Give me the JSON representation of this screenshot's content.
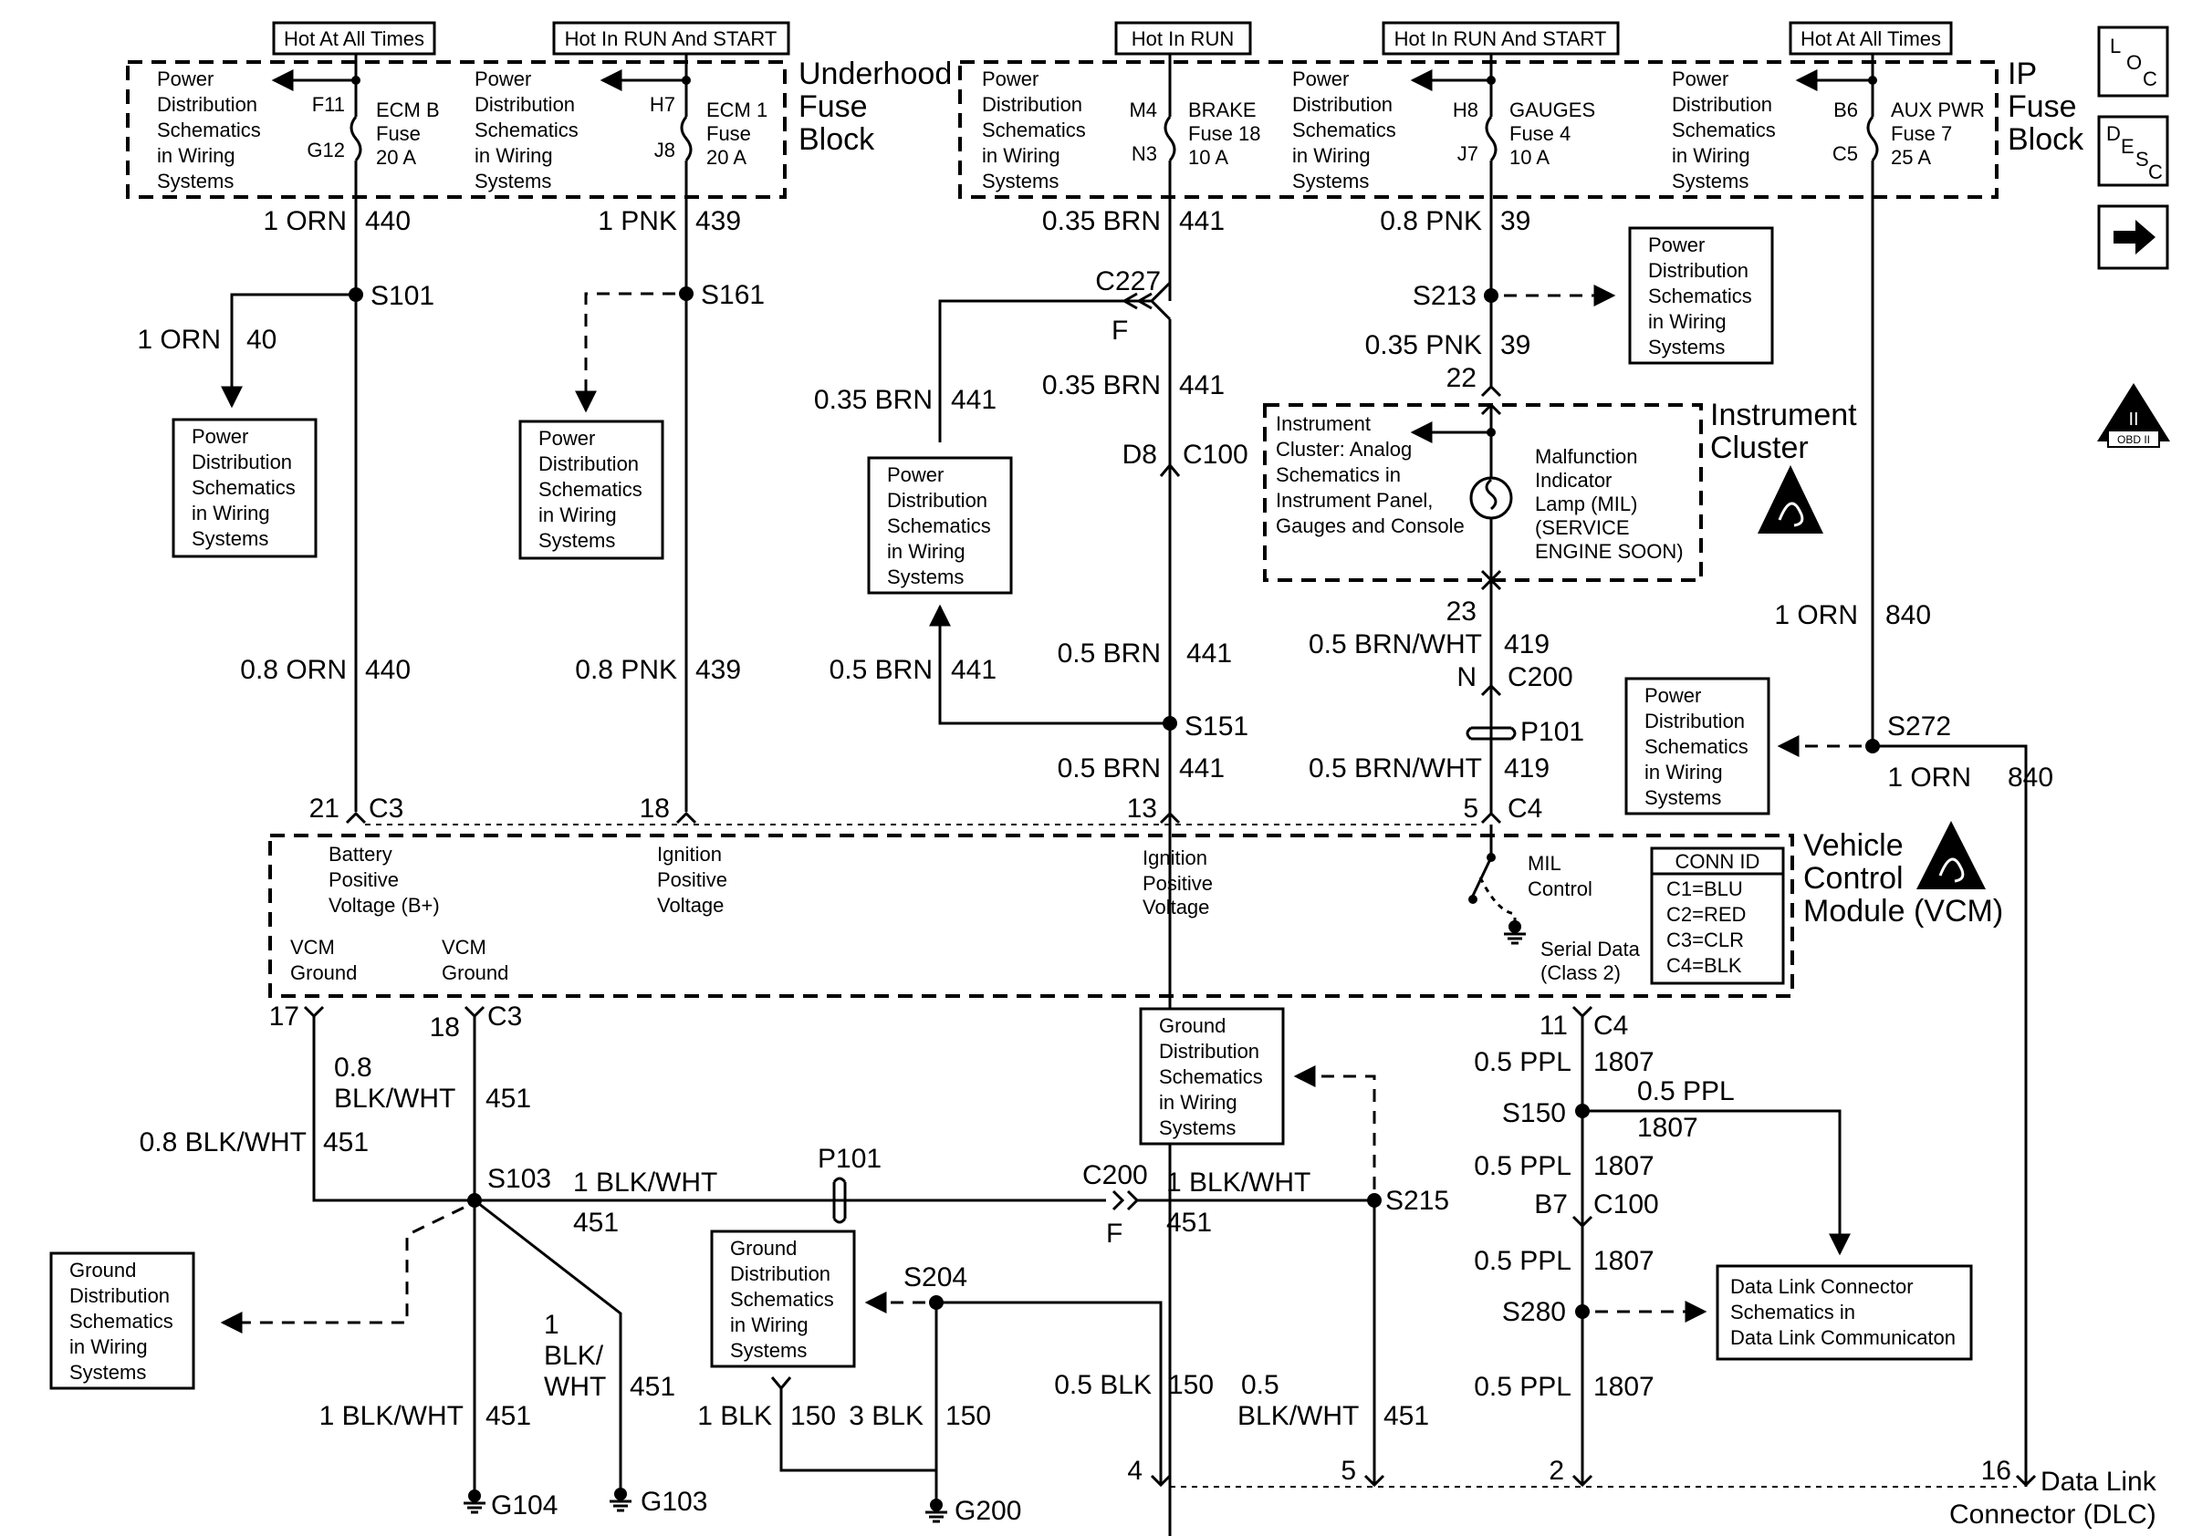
{
  "header_tags": [
    "Hot At All Times",
    "Hot In RUN And START",
    "Hot In RUN",
    "Hot In RUN And START",
    "Hot At All Times"
  ],
  "blocks": {
    "underhood": [
      "Underhood",
      "Fuse",
      "Block"
    ],
    "ip": [
      "IP",
      "Fuse",
      "Block"
    ],
    "instrument_cluster": [
      "Instrument",
      "Cluster"
    ],
    "vcm": [
      "Vehicle",
      "Control",
      "Module (VCM)"
    ],
    "dlc": [
      "Data Link",
      "Connector (DLC)"
    ]
  },
  "pds_text": [
    "Power",
    "Distribution",
    "Schematics",
    "in Wiring",
    "Systems"
  ],
  "gds_text": [
    "Ground",
    "Distribution",
    "Schematics",
    "in Wiring",
    "Systems"
  ],
  "fuses": [
    {
      "in": "F11",
      "out": "G12",
      "name": [
        "ECM B",
        "Fuse",
        "20 A"
      ]
    },
    {
      "in": "H7",
      "out": "J8",
      "name": [
        "ECM 1",
        "Fuse",
        "20 A"
      ]
    },
    {
      "in": "M4",
      "out": "N3",
      "name": [
        "BRAKE",
        "Fuse 18",
        "10 A"
      ]
    },
    {
      "in": "H8",
      "out": "J7",
      "name": [
        "GAUGES",
        "Fuse 4",
        "10 A"
      ]
    },
    {
      "in": "B6",
      "out": "C5",
      "name": [
        "AUX PWR",
        "Fuse 7",
        "25 A"
      ]
    }
  ],
  "cluster": {
    "ref": [
      "Instrument",
      "Cluster: Analog",
      "Schematics in",
      "Instrument Panel,",
      "Gauges and Console"
    ],
    "mil": [
      "Malfunction",
      "Indicator",
      "Lamp (MIL)",
      "(SERVICE",
      "ENGINE SOON)"
    ]
  },
  "vcm_internal": {
    "bplus": [
      "Battery",
      "Positive",
      "Voltage (B+)"
    ],
    "ign1": [
      "Ignition",
      "Positive",
      "Voltage"
    ],
    "ign2": [
      "Ignition",
      "Positive",
      "Voltage"
    ],
    "gnd1": [
      "VCM",
      "Ground"
    ],
    "gnd2": [
      "VCM",
      "Ground"
    ],
    "mil": [
      "MIL",
      "Control"
    ],
    "serial": [
      "Serial Data",
      "(Class 2)"
    ],
    "conn_id_title": "CONN ID",
    "conn_id": [
      "C1=BLU",
      "C2=RED",
      "C3=CLR",
      "C4=BLK"
    ]
  },
  "dlc_ref": [
    "Data Link Connector",
    "Schematics in",
    "Data Link Communicaton"
  ],
  "side_icons": {
    "loc": [
      "L",
      "O",
      "C"
    ],
    "desc": [
      "D",
      "E",
      "S",
      "C"
    ],
    "obd": "OBD II",
    "obd_roman": "II"
  },
  "labels": {
    "w440a": "1 ORN",
    "c440a": "440",
    "w439a": "1 PNK",
    "c439a": "439",
    "w441a": "0.35 BRN",
    "c441a": "441",
    "w39a": "0.8 PNK",
    "c39a": "39",
    "s101": "S101",
    "w40": "1 ORN",
    "c40": "40",
    "s161": "S161",
    "c227": "C227",
    "c227f": "F",
    "w441b": "0.35 BRN",
    "c441b": "441",
    "w441c": "0.35 BRN",
    "c441c": "441",
    "d8": "D8",
    "c100a": "C100",
    "s213": "S213",
    "w39b": "0.35 PNK",
    "c39b": "39",
    "p22": "22",
    "p23": "23",
    "w419a": "0.5 BRN/WHT",
    "c419a": "419",
    "c200n": "N",
    "c200a": "C200",
    "p101a": "P101",
    "w419b": "0.5 BRN/WHT",
    "c419b": "419",
    "w840a": "1 ORN",
    "c840a": "840",
    "s272": "S272",
    "w840b": "1 ORN",
    "c840b": "840",
    "w440b": "0.8 ORN",
    "c440b": "440",
    "w439b": "0.8 PNK",
    "c439b": "439",
    "w441d": "0.5 BRN",
    "c441d": "441",
    "w441e": "0.5 BRN",
    "c441e": "441",
    "s151": "S151",
    "w441f": "0.5 BRN",
    "c441f": "441",
    "p21": "21",
    "c3a": "C3",
    "p18a": "18",
    "p13": "13",
    "p5a": "5",
    "c4a": "C4",
    "p17": "17",
    "p18b": "18",
    "c3b": "C3",
    "w451a1": "0.8",
    "w451a2": "BLK/WHT",
    "c451a": "451",
    "w451b": "0.8 BLK/WHT",
    "c451b": "451",
    "s103": "S103",
    "w451c": "1 BLK/WHT",
    "c451c": "451",
    "p101b": "P101",
    "c200b": "C200",
    "c200f": "F",
    "w451d": "1 BLK/WHT",
    "c451d": "451",
    "s215": "S215",
    "w451e1": "1",
    "w451e2": "BLK/",
    "w451e3": "WHT",
    "c451e": "451",
    "w451f": "1 BLK/WHT",
    "c451f": "451",
    "s204": "S204",
    "w150a": "1 BLK",
    "c150a": "150",
    "w150b": "3 BLK",
    "c150b": "150",
    "w150c": "0.5 BLK",
    "c150c": "150",
    "w451g1": "0.5",
    "w451g2": "BLK/WHT",
    "c451g": "451",
    "g104": "G104",
    "g103": "G103",
    "g200": "G200",
    "p11": "11",
    "c4b": "C4",
    "w1807a": "0.5 PPL",
    "c1807a": "1807",
    "s150": "S150",
    "w1807b": "0.5 PPL",
    "c1807b": "1807",
    "w1807c": "0.5 PPL",
    "c1807c": "1807",
    "b7": "B7",
    "c100b": "C100",
    "w1807d": "0.5 PPL",
    "c1807d": "1807",
    "s280": "S280",
    "w1807e": "0.5 PPL",
    "c1807e": "1807",
    "dlc4": "4",
    "dlc5": "5",
    "dlc2": "2",
    "dlc16": "16"
  }
}
